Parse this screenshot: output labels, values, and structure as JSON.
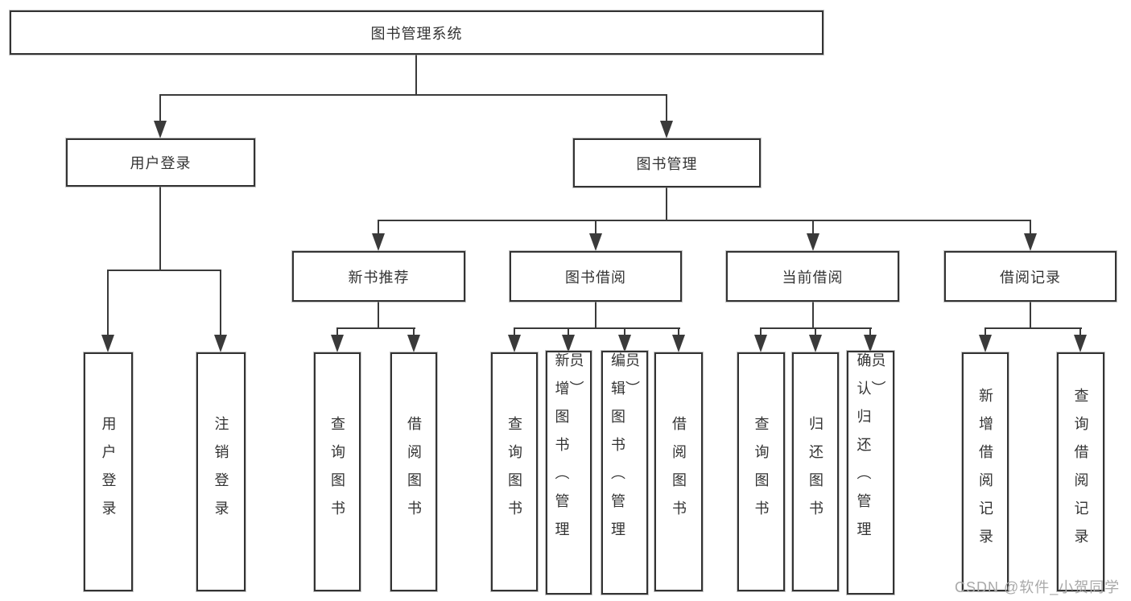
{
  "colors": {
    "line": "#3a3a3a",
    "box_border": "#333333",
    "text": "#333333",
    "watermark": "#a9a9a9",
    "background": "#ffffff"
  },
  "tree": {
    "label": "图书管理系统",
    "children": [
      {
        "label": "用户登录",
        "children": [
          {
            "label": "用户登录"
          },
          {
            "label": "注销登录"
          }
        ]
      },
      {
        "label": "图书管理",
        "children": [
          {
            "label": "新书推荐",
            "children": [
              {
                "label": "查询图书"
              },
              {
                "label": "借阅图书"
              }
            ]
          },
          {
            "label": "图书借阅",
            "children": [
              {
                "label": "查询图书"
              },
              {
                "label": "新增图书（管理员）"
              },
              {
                "label": "编辑图书（管理员）"
              },
              {
                "label": "借阅图书"
              }
            ]
          },
          {
            "label": "当前借阅",
            "children": [
              {
                "label": "查询图书"
              },
              {
                "label": "归还图书"
              },
              {
                "label": "确认归还（管理员）"
              }
            ]
          },
          {
            "label": "借阅记录",
            "children": [
              {
                "label": "新增借阅记录"
              },
              {
                "label": "查询借阅记录"
              }
            ]
          }
        ]
      }
    ]
  },
  "watermark": {
    "text": "CSDN @软件_小贺同学"
  }
}
